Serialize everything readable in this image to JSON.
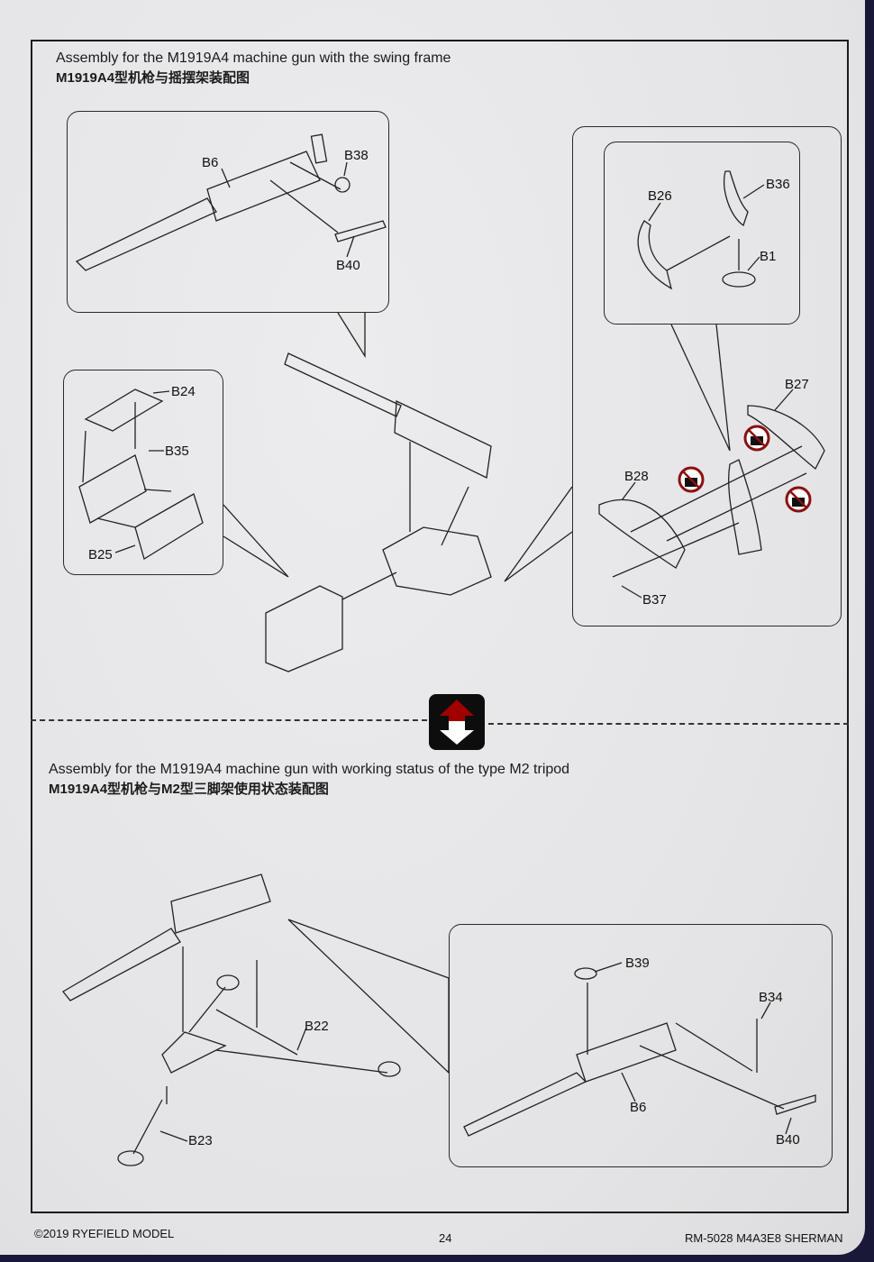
{
  "page": {
    "copyright": "©2019 RYEFIELD MODEL",
    "page_number": "24",
    "product": "RM-5028 M4A3E8 SHERMAN"
  },
  "section_top": {
    "title_en": "Assembly for the M1919A4 machine gun with the swing frame",
    "title_cn": "M1919A4型机枪与摇摆架装配图",
    "detail_gun": {
      "labels": [
        "B6",
        "B38",
        "B40"
      ]
    },
    "detail_ammo": {
      "labels": [
        "B24",
        "B35",
        "B25"
      ]
    },
    "detail_swing": {
      "inner_labels": [
        "B26",
        "B36",
        "B1"
      ],
      "outer_labels": [
        "B27",
        "B28",
        "B37"
      ],
      "no_glue_icon_count": 3
    }
  },
  "swap_icon": {
    "name": "alternative-assembly-icon",
    "colors": {
      "up": "#a00000",
      "down": "#ffffff",
      "bg": "#0d0d0d"
    }
  },
  "section_bottom": {
    "title_en": "Assembly for the M1919A4 machine gun with working status of the type M2 tripod",
    "title_cn": "M1919A4型机枪与M2型三脚架使用状态装配图",
    "tripod_labels": [
      "B22",
      "B23"
    ],
    "detail_gun": {
      "labels": [
        "B39",
        "B34",
        "B6",
        "B40"
      ]
    }
  }
}
